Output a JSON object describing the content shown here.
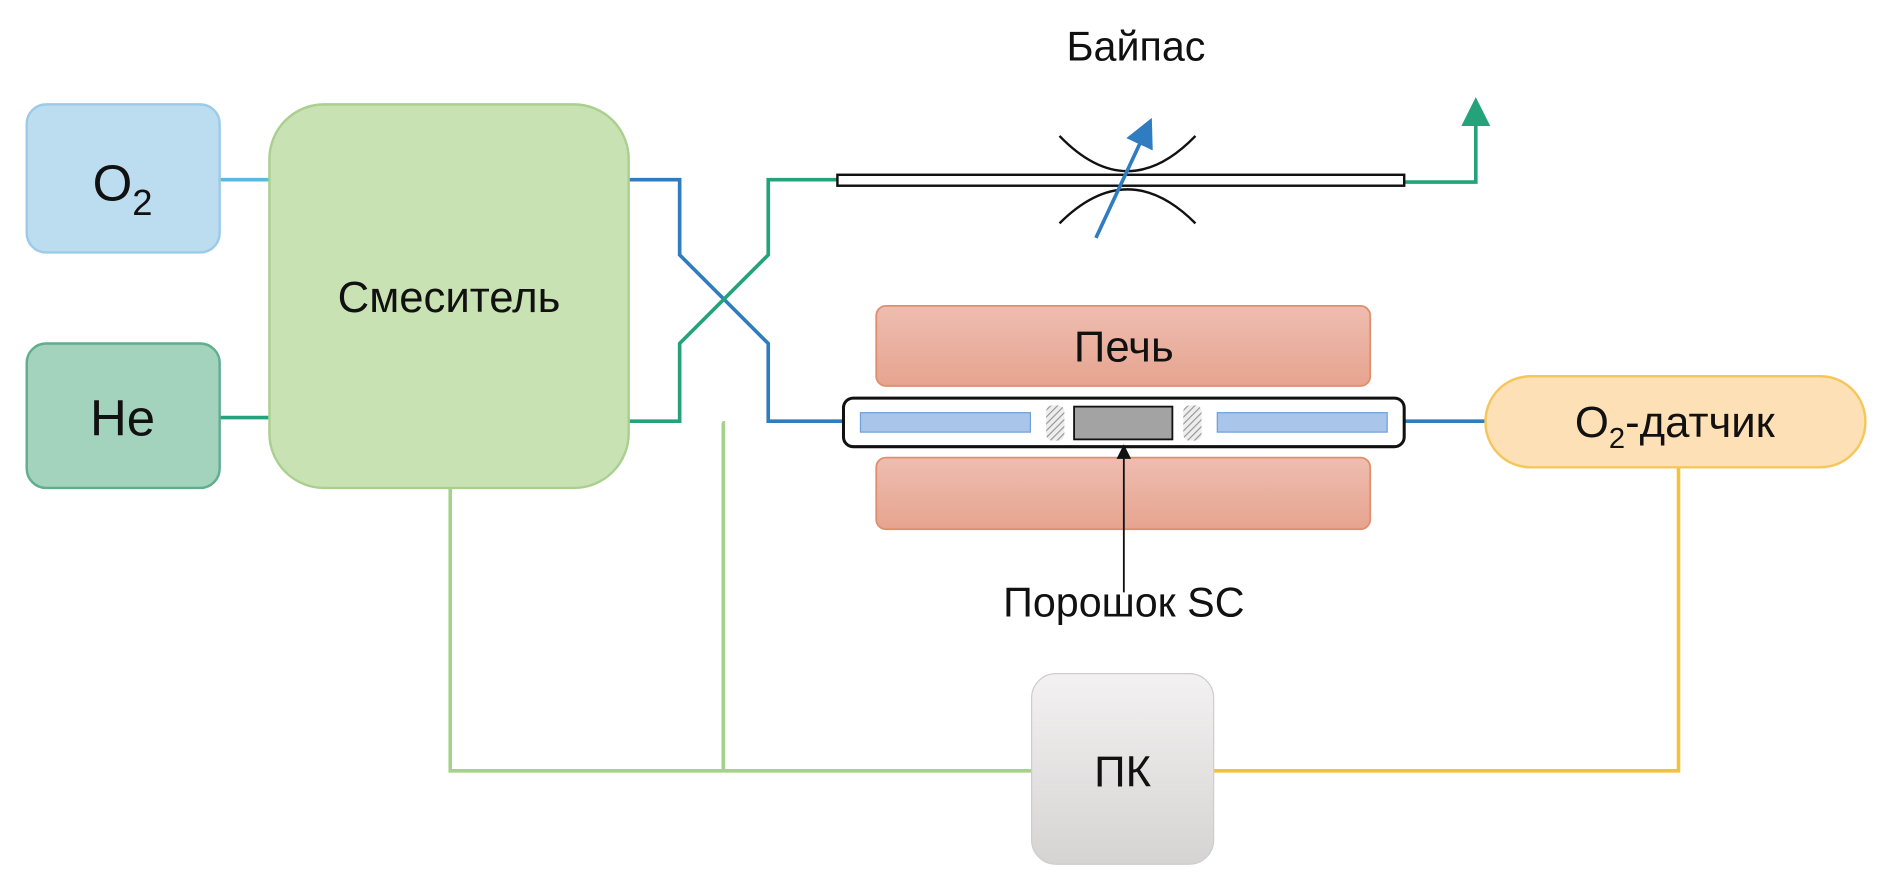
{
  "nodes": {
    "o2": {
      "label": "O",
      "sub": "2"
    },
    "he": {
      "label": "He"
    },
    "mixer": {
      "label": "Смеситель"
    },
    "bypass": {
      "label": "Байпас"
    },
    "furnace": {
      "label": "Печь"
    },
    "sample": {
      "label": "Порошок SC"
    },
    "sensor": {
      "label_pre": "O",
      "sub": "2",
      "label_post": "-датчик"
    },
    "pc": {
      "label": "ПК"
    }
  },
  "colors": {
    "o2_fill": "#bcdcef",
    "he_fill": "#a3d2bd",
    "mixer_fill": "#c9e2b4",
    "furnace_fill": "#e9b2a2",
    "sensor_fill": "#fde0b5",
    "pc_fill": "#e6e4e4",
    "blue_line": "#2f7cc0",
    "teal_line": "#24a37a",
    "green_line": "#a6d18a",
    "yellow_line": "#f2c23f"
  }
}
